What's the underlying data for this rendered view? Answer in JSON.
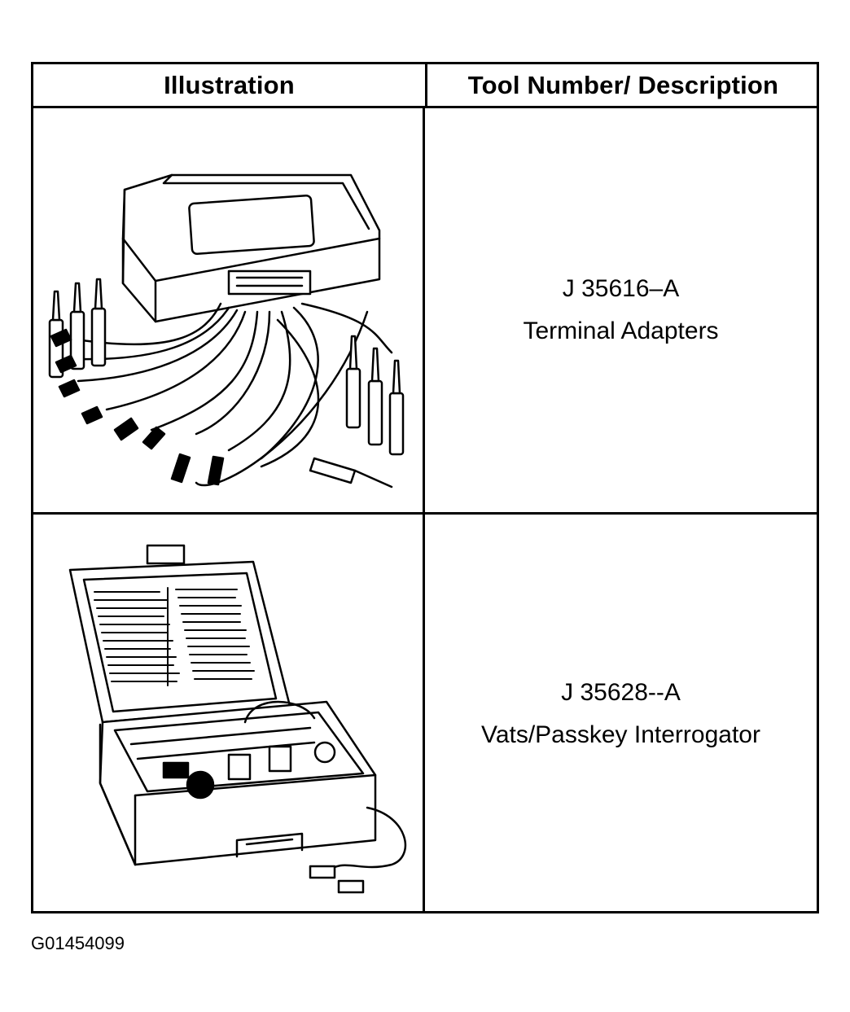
{
  "table": {
    "header": {
      "illustration": "Illustration",
      "tool_description": "Tool Number/ Description"
    },
    "rows": [
      {
        "tool_number": "J 35616–A",
        "description": "Terminal Adapters",
        "illustration_icon": "terminal-adapters-kit-icon"
      },
      {
        "tool_number": "J 35628--A",
        "description": "Vats/Passkey Interrogator",
        "illustration_icon": "vats-passkey-interrogator-case-icon"
      }
    ]
  },
  "figure_id": "G01454099"
}
